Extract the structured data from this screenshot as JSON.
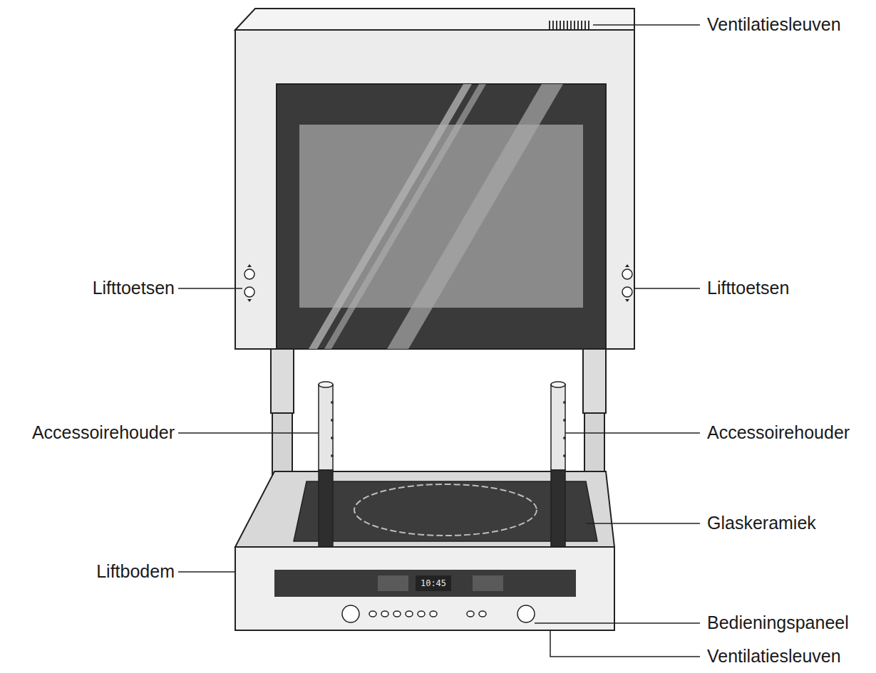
{
  "diagram": {
    "labels": [
      "Ventilatiesleuven",
      "Lifttoetsen",
      "Lifttoetsen",
      "Accessoirehouder",
      "Accessoirehouder",
      "Glaskeramiek",
      "Liftbodem",
      "Bedieningspaneel",
      "Ventilatiesleuven",
      "10:45"
    ]
  }
}
